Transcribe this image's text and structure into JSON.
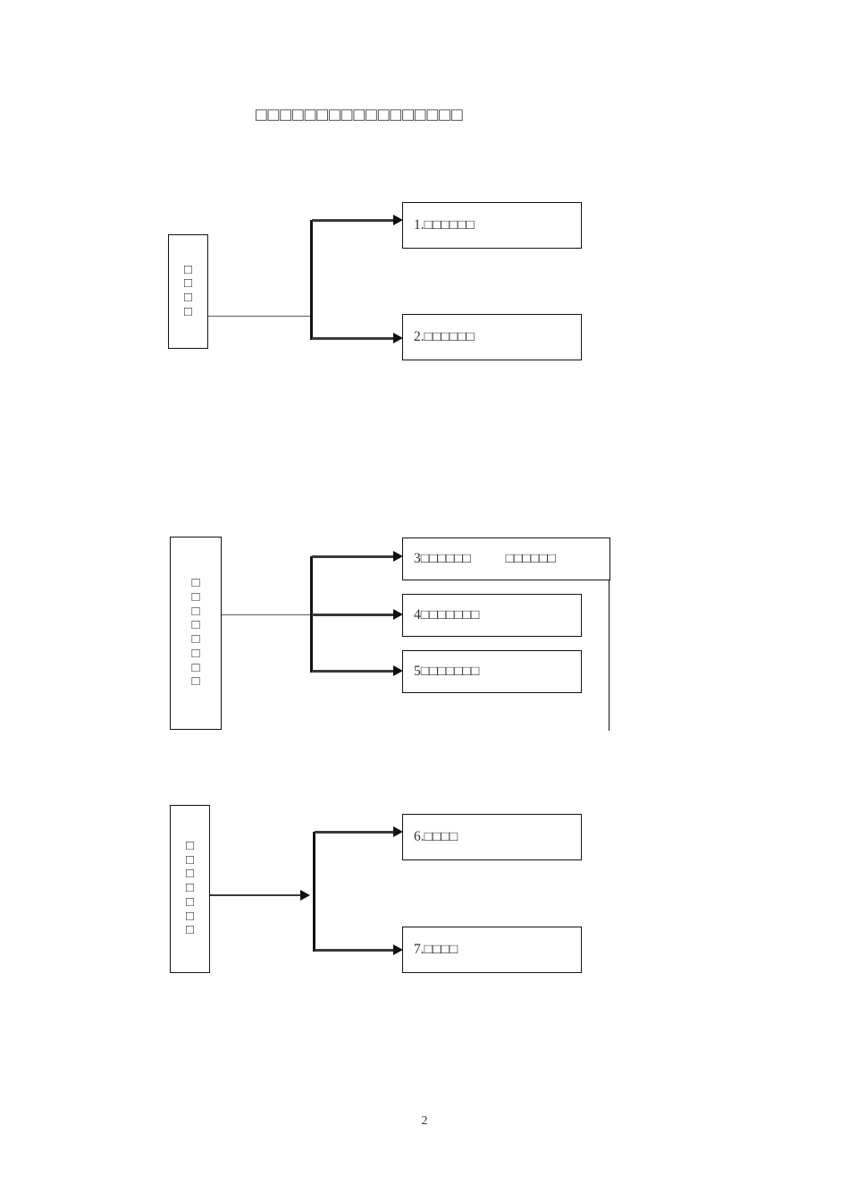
{
  "document": {
    "title": "□□□□□□□□□□□□□□□□□",
    "page_number": "2"
  },
  "groups": [
    {
      "id": "group-1",
      "trunk_label": "□□□□",
      "trunk_chars": [
        "□",
        "□",
        "□",
        "□"
      ],
      "items": [
        {
          "index": "1.",
          "label": "1.□□□□□□"
        },
        {
          "index": "2.",
          "label": "2.□□□□□□"
        }
      ]
    },
    {
      "id": "group-2",
      "trunk_label": "□□□□□□□□",
      "trunk_chars": [
        "□",
        "□",
        "□",
        "□",
        "□",
        "□",
        "□",
        "□"
      ],
      "items": [
        {
          "index": "3",
          "label": "3□□□□□□          □□□□□□"
        },
        {
          "index": "4",
          "label": "4□□□□□□□"
        },
        {
          "index": "5",
          "label": "5□□□□□□□"
        }
      ]
    },
    {
      "id": "group-3",
      "trunk_label": "□□□□□□□",
      "trunk_chars": [
        "□",
        "□",
        "□",
        "□",
        "□",
        "□",
        "□"
      ],
      "items": [
        {
          "index": "6.",
          "label": "6.□□□□"
        },
        {
          "index": "7.",
          "label": "7.□□□□"
        }
      ]
    }
  ]
}
